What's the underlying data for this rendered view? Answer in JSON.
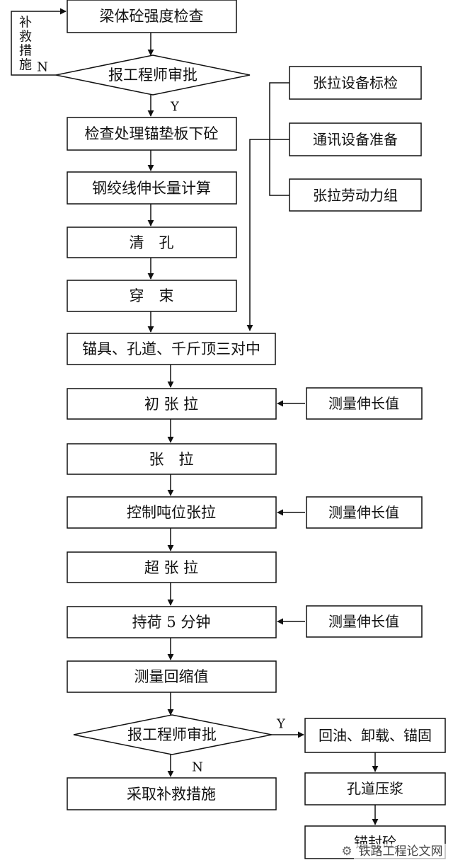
{
  "main": {
    "step1": "梁体砼强度检查",
    "approval1": "报工程师审批",
    "step2": "检查处理锚垫板下砼",
    "step3": "钢绞线伸长量计算",
    "step4": "清　孔",
    "step5": "穿　束",
    "step6": "锚具、孔道、千斤顶三对中",
    "step7": "初 张 拉",
    "step8": "张　拉",
    "step9": "控制吨位张拉",
    "step10": "超 张 拉",
    "step11": "持荷 5 分钟",
    "step12": "测量回缩值",
    "approval2": "报工程师审批",
    "remedy": "采取补救措施"
  },
  "prep": {
    "item1": "张拉设备标检",
    "item2": "通讯设备准备",
    "item3": "张拉劳动力组"
  },
  "measure": {
    "label1": "测量伸长值",
    "label2": "测量伸长值",
    "label3": "测量伸长值"
  },
  "finish": {
    "step1": "回油、卸载、锚固",
    "step2": "孔道压浆",
    "step3": "锚封砼"
  },
  "loop": {
    "chars": [
      "补",
      "救",
      "措",
      "施"
    ],
    "no": "N"
  },
  "branch": {
    "yes1": "Y",
    "yes2": "Y",
    "no2": "N"
  },
  "watermark": {
    "text": "铁路工程论文网"
  },
  "colors": {
    "stroke": "#111111",
    "background": "#ffffff"
  }
}
